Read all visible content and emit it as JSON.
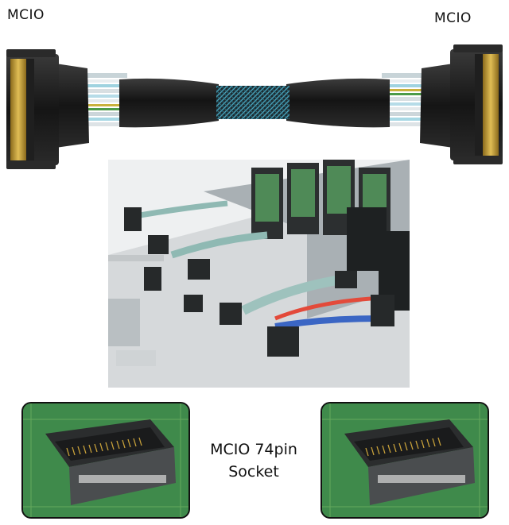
{
  "labels": {
    "left_connector": "MCIO",
    "right_connector": "MCIO"
  },
  "caption": {
    "line1": "MCIO 74pin",
    "line2": "Socket"
  },
  "colors": {
    "connector_gold": "#c9a23a",
    "sleeve_black": "#1c1c1c",
    "braid_blue": "#3a8aa0",
    "pcb_green": "#3f8a4b"
  }
}
